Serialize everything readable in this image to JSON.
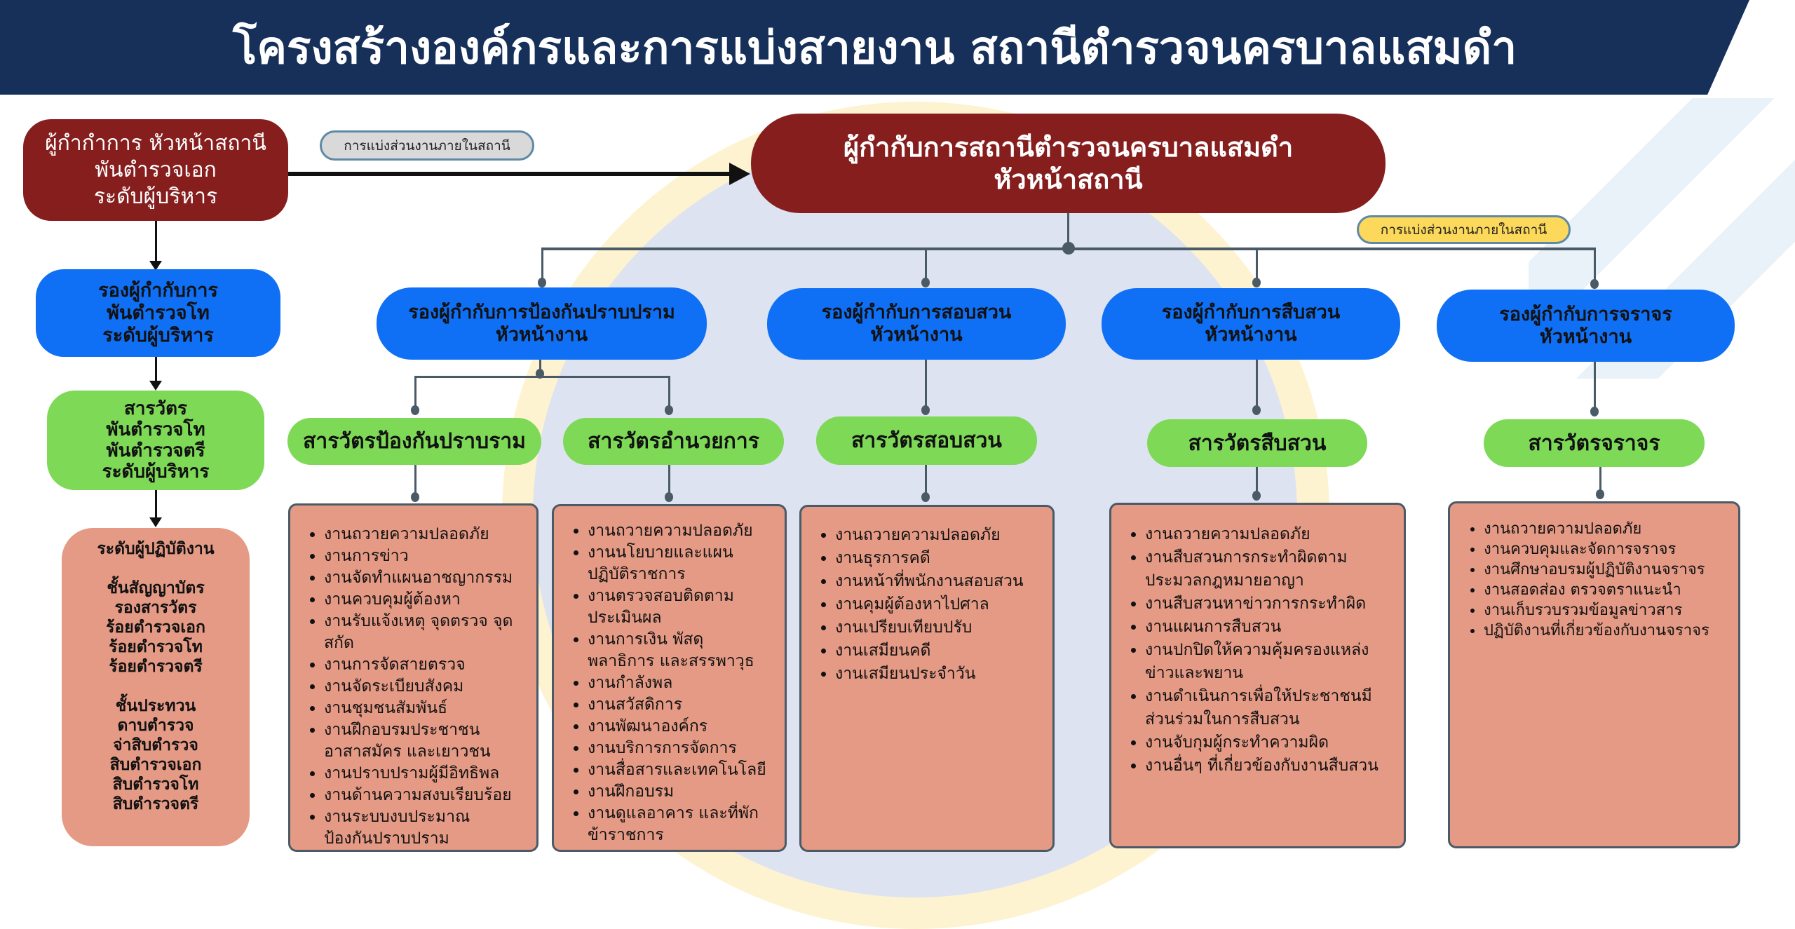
{
  "header": {
    "title": "โครงสร้างองค์กรและการแบ่งสายงาน สถานีตำรวจนครบาลแสมดำ"
  },
  "colors": {
    "header": "#17305a",
    "red": "#861e1e",
    "blue": "#0f70f5",
    "green": "#7ed957",
    "salmon": "#e59a85",
    "yellow": "#fcd95a"
  },
  "left": {
    "top": [
      "ผู้กำกำการ หัวหน้าสถานี",
      "พันตำรวจเอก",
      "ระดับผู้บริหาร"
    ],
    "deputy": [
      "รองผู้กำกับการ",
      "พันตำรวจโท",
      "ระดับผู้บริหาร"
    ],
    "inspector": [
      "สารวัตร",
      "พันตำรวจโท",
      "พันตำรวจตรี",
      "ระดับผู้บริหาร"
    ],
    "operational": {
      "heading": "ระดับผู้ปฏิบัติงาน",
      "commissioned": [
        "ชั้นสัญญาบัตร",
        "รองสารวัตร",
        "ร้อยตำรวจเอก",
        "ร้อยตำรวจโท",
        "ร้อยตำรวจตรี"
      ],
      "noncommissioned": [
        "ชั้นประทวน",
        "ดาบตำรวจ",
        "จ่าสิบตำรวจ",
        "สิบตำรวจเอก",
        "สิบตำรวจโท",
        "สิบตำรวจตรี"
      ]
    }
  },
  "labels": {
    "division_gray": "การแบ่งส่วนงานภายในสถานี",
    "division_yellow": "การแบ่งส่วนงานภายในสถานี"
  },
  "chief": [
    "ผู้กำกับการสถานีตำรวจนครบาลแสมดำ",
    "หัวหน้าสถานี"
  ],
  "deputies": [
    [
      "รองผู้กำกับการป้องกันปราบปราม",
      "หัวหน้างาน"
    ],
    [
      "รองผู้กำกับการสอบสวน",
      "หัวหน้างาน"
    ],
    [
      "รองผู้กำกับการสืบสวน",
      "หัวหน้างาน"
    ],
    [
      "รองผู้กำกับการจราจร",
      "หัวหน้างาน"
    ]
  ],
  "units": [
    {
      "name": "สารวัตรป้องกันปราบราม",
      "tasks": [
        "งานถวายความปลอดภัย",
        "งานการข่าว",
        "งานจัดทำแผนอาชญากรรม",
        "งานควบคุมผู้ต้องหา",
        "งานรับแจ้งเหตุ จุดตรวจ จุดสกัด",
        "งานการจัดสายตรวจ",
        "งานจัดระเบียบสังคม",
        "งานชุมชนสัมพันธ์",
        "งานฝึกอบรมประชาชน อาสาสมัคร และเยาวชน",
        "งานปราบปรามผู้มีอิทธิพล",
        "งานด้านความสงบเรียบร้อย",
        "งานระบบงบประมาณ ป้องกันปราบปราม"
      ]
    },
    {
      "name": "สารวัตรอำนวยการ",
      "tasks": [
        "งานถวายความปลอดภัย",
        "งานนโยบายและแผนปฏิบัติราชการ",
        "งานตรวจสอบติดตาม ประเมินผล",
        "งานการเงิน พัสดุ พลาธิการ และสรรพาวุธ",
        "งานกำลังพล",
        "งานสวัสดิการ",
        "งานพัฒนาองค์กร",
        "งานบริการการจัดการ",
        "งานสื่อสารและเทคโนโลยี",
        "งานฝึกอบรม",
        "งานดูแลอาคาร และที่พัก ข้าราชการ"
      ]
    },
    {
      "name": "สารวัตรสอบสวน",
      "tasks": [
        "งานถวายความปลอดภัย",
        "งานธุรการคดี",
        "งานหน้าที่พนักงานสอบสวน",
        "งานคุมผู้ต้องหาไปศาล",
        "งานเปรียบเทียบปรับ",
        "งานเสมียนคดี",
        "งานเสมียนประจำวัน"
      ]
    },
    {
      "name": "สารวัตรสืบสวน",
      "tasks": [
        "งานถวายความปลอดภัย",
        "งานสืบสวนการกระทำผิดตาม ประมวลกฎหมายอาญา",
        "งานสืบสวนหาข่าวการกระทำผิด",
        "งานแผนการสืบสวน",
        "งานปกปิดให้ความคุ้มครองแหล่ง ข่าวและพยาน",
        "งานดำเนินการเพื่อให้ประชาชนมี ส่วนร่วมในการสืบสวน",
        "งานจับกุมผู้กระทำความผิด",
        "งานอื่นๆ ที่เกี่ยวข้องกับงานสืบสวน"
      ]
    },
    {
      "name": "สารวัตรจราจร",
      "tasks": [
        "งานถวายความปลอดภัย",
        "งานควบคุมและจัดการจราจร",
        "งานศึกษาอบรมผู้ปฏิบัติงานจราจร",
        "งานสอดส่อง ตรวจตราแนะนำ",
        "งานเก็บรวบรวมข้อมูลข่าวสาร",
        "ปฏิบัติงานที่เกี่ยวข้องกับงานจราจร"
      ]
    }
  ]
}
